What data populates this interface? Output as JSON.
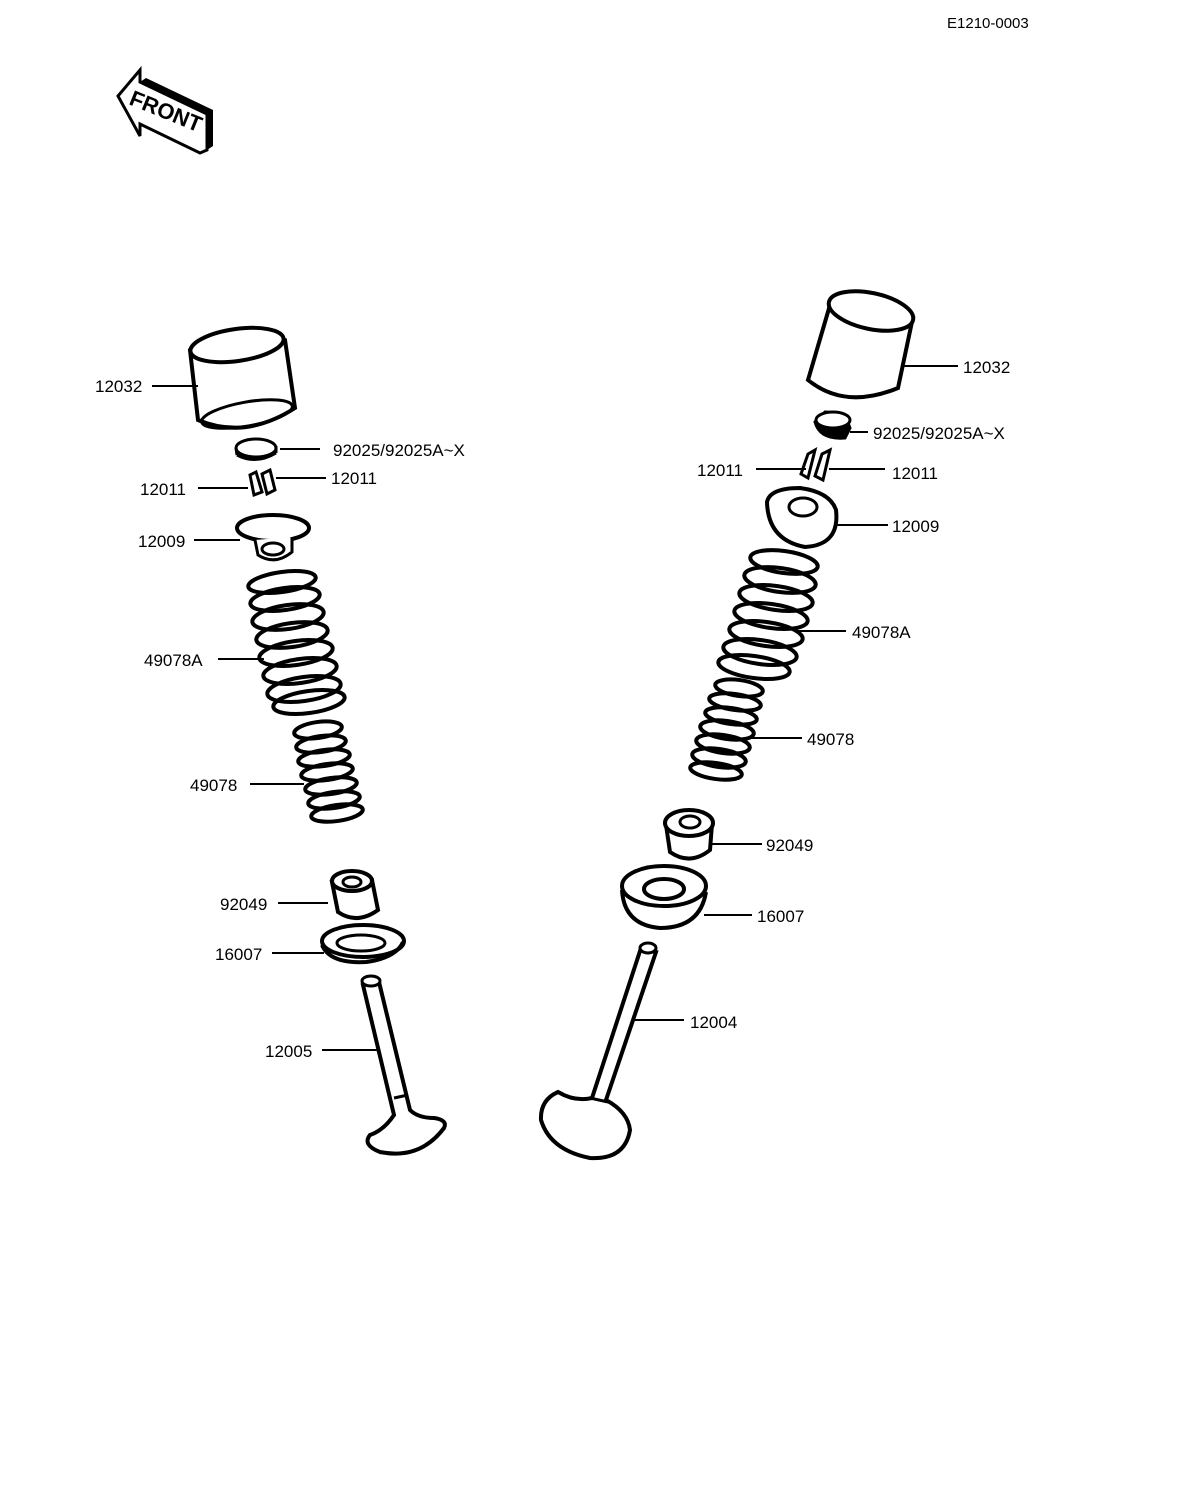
{
  "diagram_code": "E1210-0003",
  "front_arrow_label": "FRONT",
  "left_assembly": {
    "tappet": "12032",
    "shim": "92025/92025A~X",
    "collet_left": "12011",
    "collet_right": "12011",
    "retainer": "12009",
    "outer_spring": "49078A",
    "inner_spring": "49078",
    "seal": "92049",
    "seat": "16007",
    "valve": "12005"
  },
  "right_assembly": {
    "tappet": "12032",
    "shim": "92025/92025A~X",
    "collet_left": "12011",
    "collet_right": "12011",
    "retainer": "12009",
    "outer_spring": "49078A",
    "inner_spring": "49078",
    "seal": "92049",
    "seat": "16007",
    "valve": "12004"
  }
}
